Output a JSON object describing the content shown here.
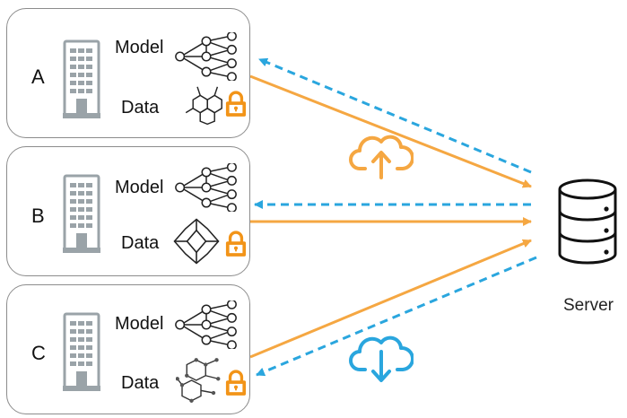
{
  "clients": [
    {
      "id": "A",
      "model_label": "Model",
      "data_label": "Data"
    },
    {
      "id": "B",
      "model_label": "Model",
      "data_label": "Data"
    },
    {
      "id": "C",
      "model_label": "Model",
      "data_label": "Data"
    }
  ],
  "server": {
    "label": "Server"
  },
  "colors": {
    "upload_arrow": "#f5a742",
    "download_arrow": "#2aa6de",
    "lock": "#f29418",
    "building": "#9aa3a8",
    "box_border": "#8c8c8c"
  },
  "icons": {
    "building": "building-icon",
    "model": "neural-network-icon",
    "data": "molecule-icon",
    "lock": "lock-icon",
    "server": "server-database-icon",
    "upload": "cloud-upload-icon",
    "download": "cloud-download-icon"
  }
}
